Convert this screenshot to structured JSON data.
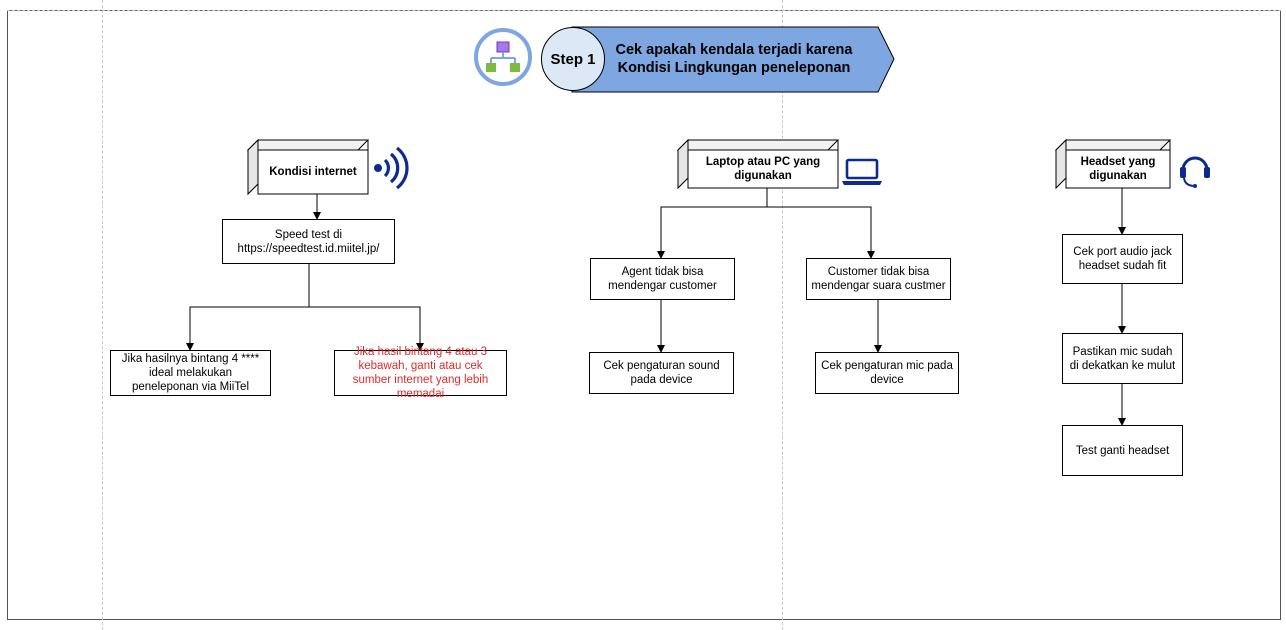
{
  "header": {
    "step_label": "Step 1",
    "title": "Cek apakah kendala terjadi karena Kondisi Lingkungan peneleponan"
  },
  "columns": [
    {
      "cube_label": "Kondisi internet",
      "icon": "wifi-signal-icon",
      "speed_test": "Speed test di https://speedtest.id.miitel.jp/",
      "outcome_ok": "Jika hasilnya bintang 4 **** ideal melakukan peneleponan via MiiTel",
      "outcome_bad": "Jika hasil bintang 4 atau 3 kebawah, ganti atau cek sumber internet yang lebih memadai"
    },
    {
      "cube_label": "Laptop atau PC yang digunakan",
      "icon": "laptop-icon",
      "agent_issue": "Agent tidak bisa mendengar customer",
      "customer_issue": "Customer tidak bisa mendengar suara custmer",
      "check_sound": "Cek pengaturan sound pada device",
      "check_mic": "Cek pengaturan mic pada device"
    },
    {
      "cube_label": "Headset yang digunakan",
      "icon": "headset-icon",
      "step_1": "Cek port audio jack headset sudah fit",
      "step_2": "Pastikan mic sudah di dekatkan ke mulut",
      "step_3": "Test ganti headset"
    }
  ],
  "colors": {
    "accent_blue": "#7ea6e0",
    "circle_fill": "#dde8f7",
    "icon_navy": "#0d2a8f",
    "warning_red": "#e02a2a",
    "node_purple": "#a877e8",
    "node_green": "#7dbb3f"
  }
}
